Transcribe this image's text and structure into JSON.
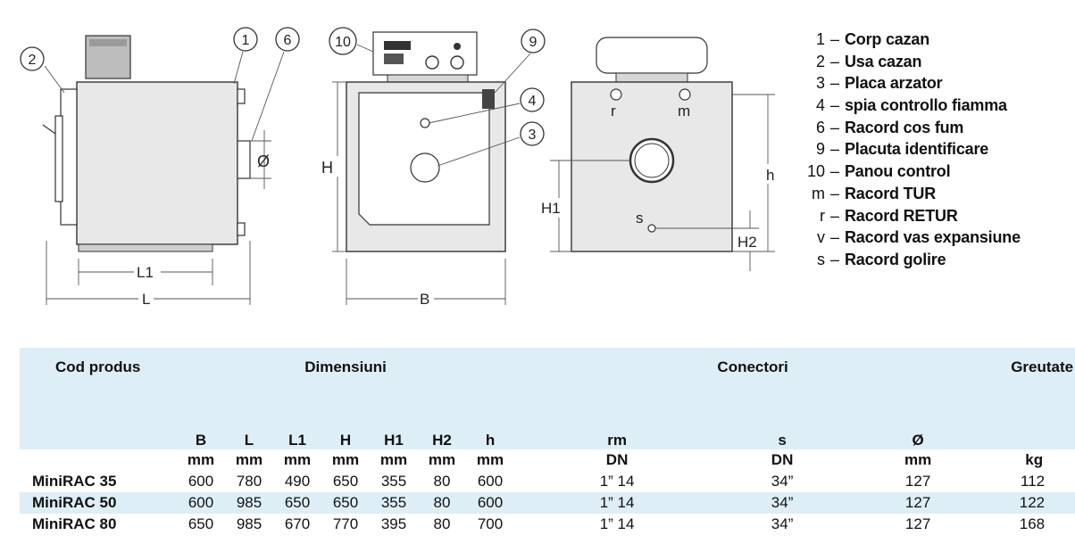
{
  "diagram": {
    "callouts": {
      "c1": "1",
      "c2": "2",
      "c3": "3",
      "c4": "4",
      "c6": "6",
      "c9": "9",
      "c10": "10"
    },
    "dims": {
      "L": "L",
      "L1": "L1",
      "phi": "Ø",
      "H": "H",
      "B": "B",
      "h": "h",
      "H1": "H1",
      "H2": "H2",
      "r": "r",
      "m": "m",
      "s": "s"
    }
  },
  "legend": [
    {
      "code": "1",
      "label": "Corp cazan"
    },
    {
      "code": "2",
      "label": "Usa cazan"
    },
    {
      "code": "3",
      "label": "Placa arzator"
    },
    {
      "code": "4",
      "label": "spia controllo fiamma"
    },
    {
      "code": "6",
      "label": "Racord cos fum"
    },
    {
      "code": "9",
      "label": "Placuta identificare"
    },
    {
      "code": "10",
      "label": "Panou control"
    },
    {
      "code": "m",
      "label": "Racord TUR"
    },
    {
      "code": "r",
      "label": "Racord RETUR"
    },
    {
      "code": "v",
      "label": "Racord vas expansiune"
    },
    {
      "code": "s",
      "label": "Racord golire"
    }
  ],
  "legend_dash": "–",
  "table": {
    "groups": {
      "product": "Cod produs",
      "dimensions": "Dimensiuni",
      "connectors": "Conectori",
      "weight": "Greutate"
    },
    "symbols": [
      "B",
      "L",
      "L1",
      "H",
      "H1",
      "H2",
      "h",
      "rm",
      "s",
      "Ø",
      ""
    ],
    "units": [
      "mm",
      "mm",
      "mm",
      "mm",
      "mm",
      "mm",
      "mm",
      "DN",
      "DN",
      "mm",
      "kg"
    ],
    "rows": [
      {
        "product": "MiniRAC 35",
        "values": [
          "600",
          "780",
          "490",
          "650",
          "355",
          "80",
          "600",
          "1” 14",
          "34”",
          "127",
          "112"
        ]
      },
      {
        "product": "MiniRAC 50",
        "values": [
          "600",
          "985",
          "650",
          "650",
          "355",
          "80",
          "600",
          "1” 14",
          "34”",
          "127",
          "122"
        ]
      },
      {
        "product": "MiniRAC 80",
        "values": [
          "650",
          "985",
          "670",
          "770",
          "395",
          "80",
          "700",
          "1” 14",
          "34”",
          "127",
          "168"
        ]
      }
    ]
  }
}
